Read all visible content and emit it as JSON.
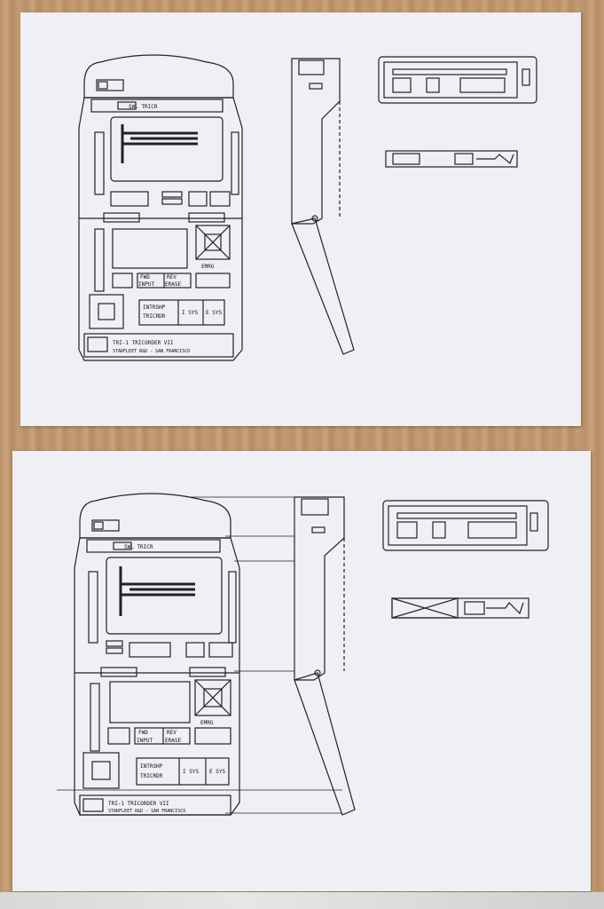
{
  "sheets": [
    {
      "id": "top",
      "labels": {
        "header_tag": "SWL TRICR",
        "btn_fwd": "FWD",
        "btn_rev": "REV",
        "btn_input": "INPUT",
        "btn_erase": "ERASE",
        "btn_intrship": "INTRSHP",
        "btn_tricrdr": "TRICRDR",
        "btn_isys": "I SYS",
        "btn_esys": "E SYS",
        "emrg": "EMRG",
        "title": "TRI-1 TRICORDER VII",
        "subtitle": "STARFLEET R&D - SAN FRANCISCO"
      }
    },
    {
      "id": "bottom",
      "labels": {
        "header_tag": "SWL TRICR",
        "btn_fwd": "FWD",
        "btn_rev": "REV",
        "btn_input": "INPUT",
        "btn_erase": "ERASE",
        "btn_intrship": "INTRSHP",
        "btn_tricrdr": "TRICRDR",
        "btn_isys": "I SYS",
        "btn_esys": "E SYS",
        "emrg": "EMRG",
        "title": "TRI-1 TRICORDER VII",
        "subtitle": "STARFLEET R&D - SAN FRANCISCO"
      }
    }
  ]
}
